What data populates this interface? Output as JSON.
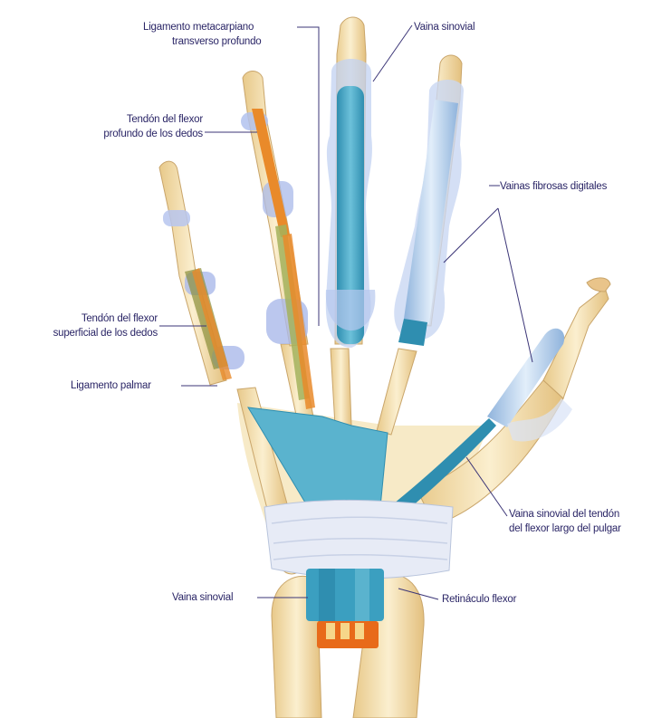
{
  "labels": {
    "lig_meta": {
      "line1": "Ligamento metacarpiano",
      "line2": "transverso profundo"
    },
    "vaina_sinovial_top": "Vaina sinovial",
    "tendon_profundo": {
      "line1": "Tendón del flexor",
      "line2": "profundo de los dedos"
    },
    "vainas_fibrosas": "Vainas fibrosas digitales",
    "tendon_superficial": {
      "line1": "Tendón del flexor",
      "line2": "superficial de los dedos"
    },
    "lig_palmar": "Ligamento palmar",
    "vaina_pulgar": {
      "line1": "Vaina sinovial del tendón",
      "line2": "del flexor largo del pulgar"
    },
    "vaina_sinovial_bottom": "Vaina sinovial",
    "retinaculo": "Retináculo flexor"
  },
  "colors": {
    "label": "#2a2566",
    "leader": "#3b3577",
    "bone": "#f3dfae",
    "sheath_blue": "#4fa8c6",
    "sheath_light": "#b9d4ec",
    "tendon_orange": "#e98a2a"
  }
}
